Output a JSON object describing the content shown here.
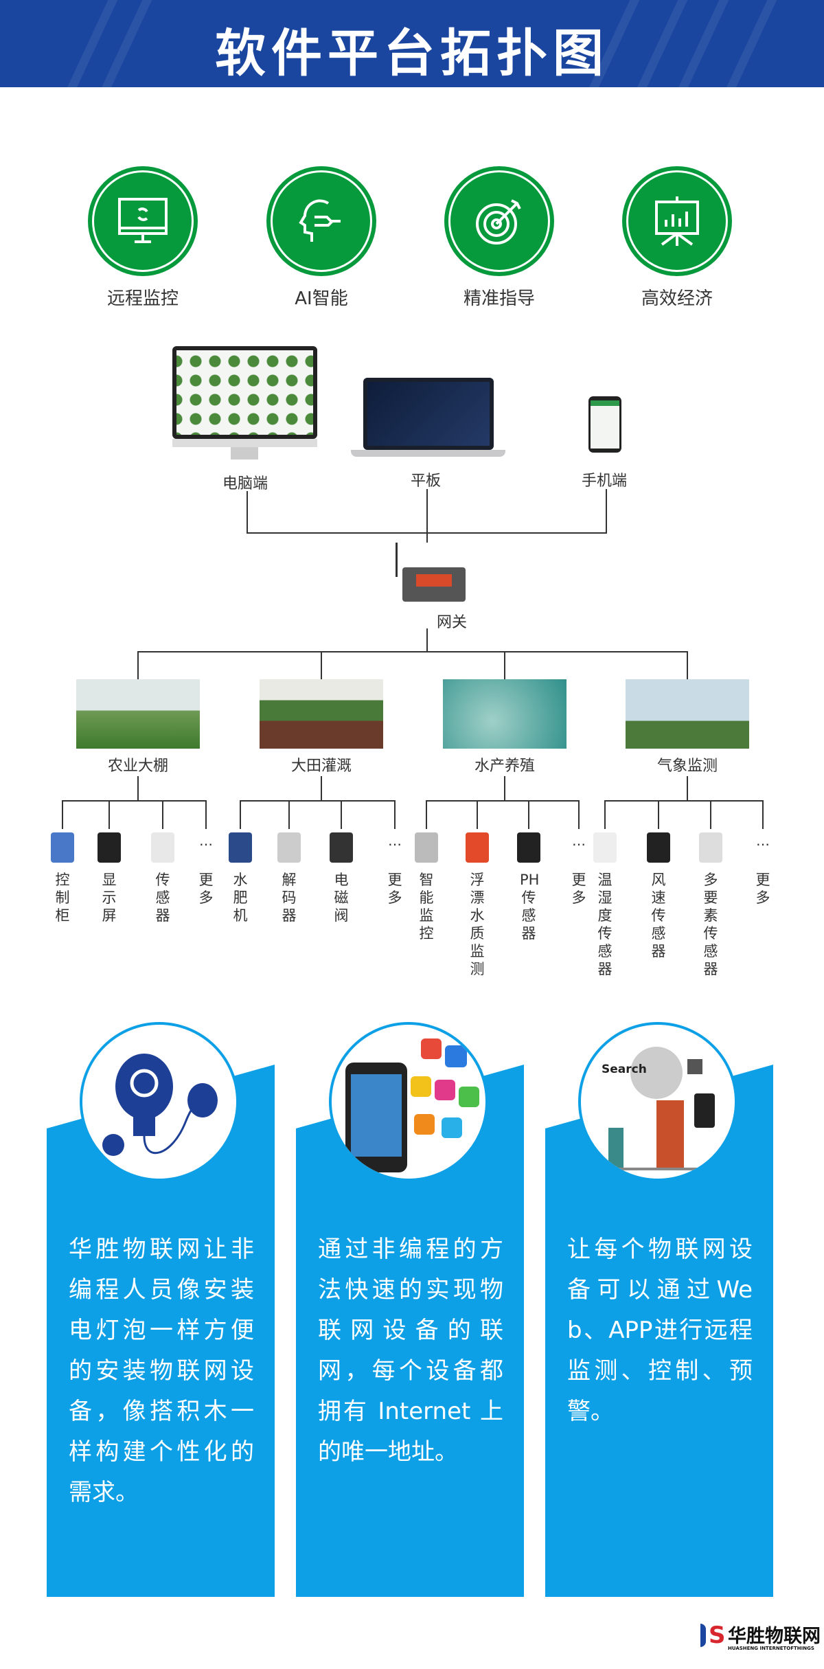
{
  "header": {
    "title": "软件平台拓扑图"
  },
  "features": [
    {
      "label": "远程监控",
      "icon": "monitor-refresh-icon"
    },
    {
      "label": "AI智能",
      "icon": "ai-head-icon"
    },
    {
      "label": "精准指导",
      "icon": "target-icon"
    },
    {
      "label": "高效经济",
      "icon": "presentation-chart-icon"
    }
  ],
  "devices": [
    {
      "label": "电脑端"
    },
    {
      "label": "平板"
    },
    {
      "label": "手机端"
    }
  ],
  "gateway": {
    "label": "网关"
  },
  "categories": [
    {
      "label": "农业大棚",
      "children": [
        "控制柜",
        "显示屏",
        "传感器",
        "更多"
      ]
    },
    {
      "label": "大田灌溉",
      "children": [
        "水肥机",
        "解码器",
        "电磁阀",
        "更多"
      ]
    },
    {
      "label": "水产养殖",
      "children": [
        "智能监控",
        "浮漂水质监测",
        "PH传感器",
        "更多"
      ]
    },
    {
      "label": "气象监测",
      "children": [
        "温湿度传感器",
        "风速传感器",
        "多要素传感器",
        "更多"
      ]
    }
  ],
  "more_symbol": "…",
  "panels": [
    {
      "text": "华胜物联网让非编程人员像安装电灯泡一样方便的安装物联网设备，像搭积木一样构建个性化的需求。"
    },
    {
      "text": "通过非编程的方法快速的实现物联网设备的联网，每个设备都拥有 Internet 上的唯一地址。"
    },
    {
      "text": "让每个物联网设备可以通过Web、APP进行远程监测、控制、预警。",
      "search_label": "Search"
    }
  ],
  "footer": {
    "logo_cn": "华胜物联网",
    "logo_en": "HUASHENG INTERNETOFTHINGS"
  },
  "colors": {
    "header": "#1b46a0",
    "feature": "#079a3d",
    "panel": "#0ea0e6",
    "logo_red": "#d7262d",
    "logo_blue": "#1b46a0"
  }
}
